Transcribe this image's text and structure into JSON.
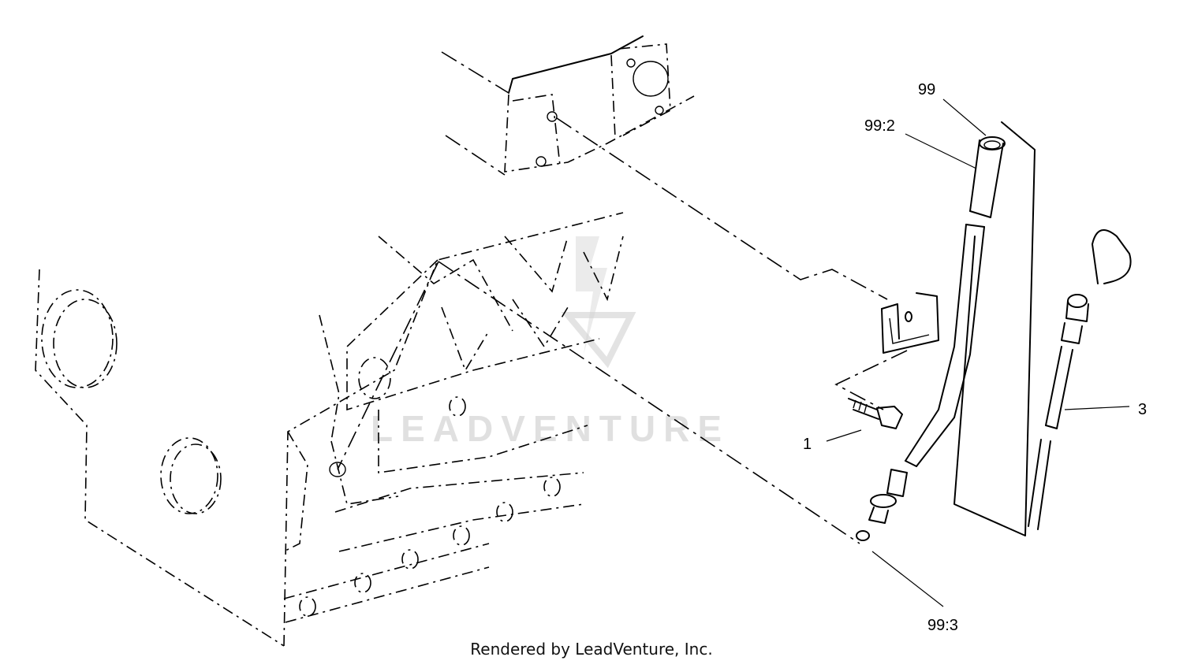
{
  "callouts": {
    "c99": "99",
    "c99_2": "99:2",
    "c1": "1",
    "c3": "3",
    "c99_3": "99:3"
  },
  "watermark": "LEADVENTURE",
  "footer": "Rendered by LeadVenture, Inc."
}
